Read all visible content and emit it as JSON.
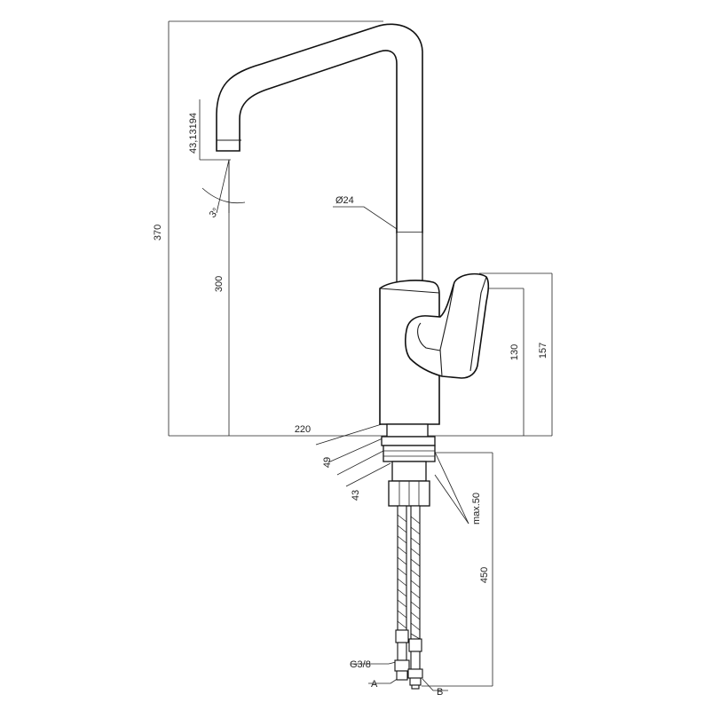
{
  "dimensions": {
    "total_height": "370",
    "outlet_height": "300",
    "outlet_offset": "43,13194",
    "angle": "3°",
    "spout_diameter": "Ø24",
    "reach": "220",
    "body_width": "49",
    "thread_width": "43",
    "max_thickness": "max.50",
    "hose_length": "450",
    "lever_height": "130",
    "body_height": "157"
  },
  "connections": {
    "thread": "G3/8",
    "hose_a": "A",
    "hose_b": "B"
  }
}
